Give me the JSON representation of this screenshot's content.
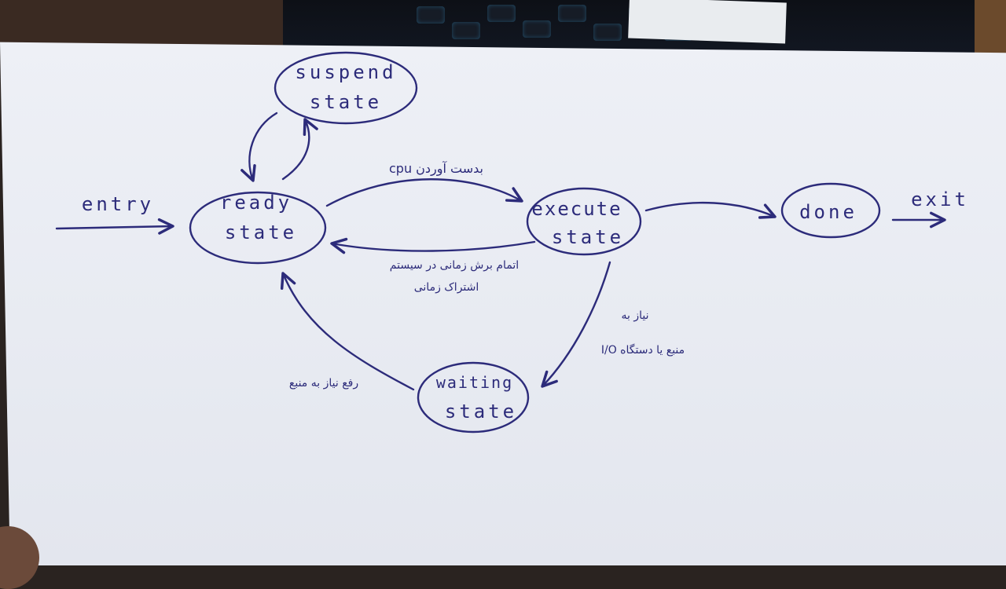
{
  "diagram": {
    "ink_color": "#2c2b7a",
    "states": {
      "suspend": [
        "suspend",
        "state"
      ],
      "ready": [
        "ready",
        "state"
      ],
      "execute": [
        "execute",
        "state"
      ],
      "waiting": [
        "waiting",
        "state"
      ],
      "done": "done"
    },
    "labels": {
      "entry": "entry",
      "exit": "exit",
      "get_cpu": "بدست آوردن cpu",
      "time_slice_end_1": "اتمام برش زمانی در سیستم",
      "time_slice_end_2": "اشتراک زمانی",
      "need_1": "نیاز به",
      "need_2": "منبع یا دستگاه I/O",
      "resource_granted": "رفع نیاز به منبع"
    }
  }
}
